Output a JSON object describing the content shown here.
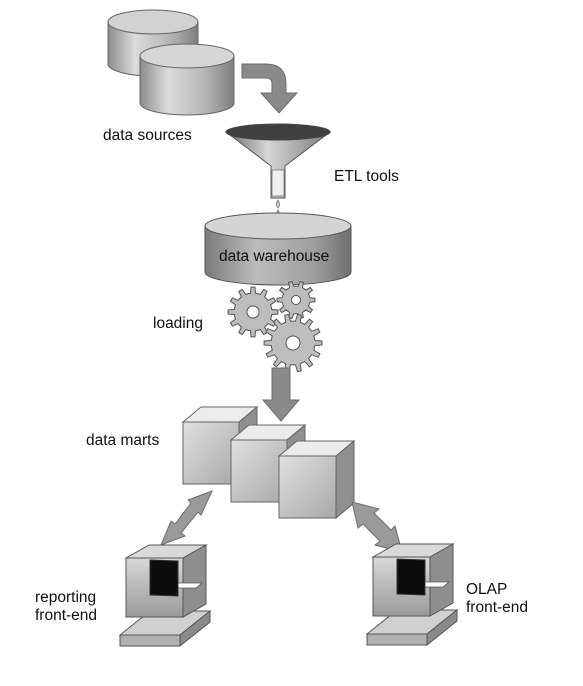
{
  "labels": {
    "data_sources": "data sources",
    "etl_tools": "ETL tools",
    "data_warehouse": "data warehouse",
    "loading": "loading",
    "data_marts": "data marts",
    "reporting_line1": "reporting",
    "reporting_line2": "front-end",
    "olap_line1": "OLAP",
    "olap_line2": "front-end"
  },
  "colors": {
    "text": "#111111",
    "arrow": "#8a8a8a",
    "cylinder": "#b5b5b5",
    "cube": "#c4c4c4",
    "screen": "#0c0c0c"
  }
}
